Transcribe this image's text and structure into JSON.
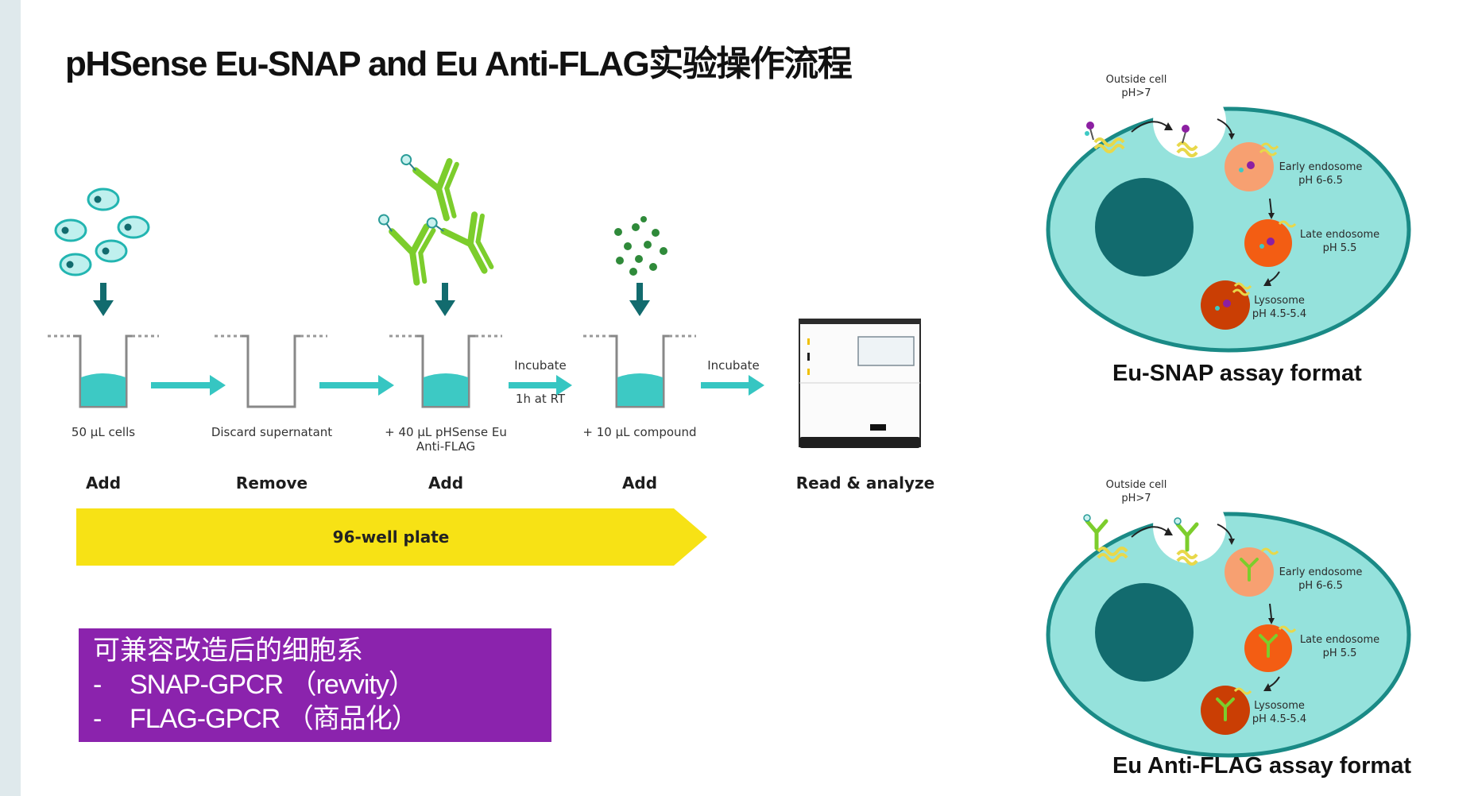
{
  "title": "pHSense Eu-SNAP and Eu Anti-FLAG实验操作流程",
  "workflow": {
    "steps": [
      {
        "detail": "50 µL cells",
        "action": "Add"
      },
      {
        "detail": "Discard supernatant",
        "action": "Remove"
      },
      {
        "detail_line1": "+ 40 µL pHSense Eu",
        "detail_line2": "Anti-FLAG",
        "action": "Add"
      },
      {
        "detail": "+ 10 µL compound",
        "action": "Add"
      },
      {
        "action": "Read & analyze"
      }
    ],
    "incubate_1": "Incubate",
    "incubate_1_time": "1h at RT",
    "incubate_2": "Incubate",
    "plate_label": "96-well plate"
  },
  "cell_lines_box": {
    "heading": "可兼容改造后的细胞系",
    "items": [
      {
        "bullet": "-",
        "text": "SNAP-GPCR （revvity）"
      },
      {
        "bullet": "-",
        "text": "FLAG-GPCR （商品化）"
      }
    ]
  },
  "diagrams": [
    {
      "label": "Eu-SNAP assay format",
      "outside_cell": "Outside cell",
      "outside_ph": "pH>7",
      "early_endosome": "Early endosome",
      "early_ph": "pH 6-6.5",
      "late_endosome": "Late endosome",
      "late_ph": "pH 5.5",
      "lysosome": "Lysosome",
      "lysosome_ph": "pH 4.5-5.4"
    },
    {
      "label": "Eu Anti-FLAG assay format",
      "outside_cell": "Outside cell",
      "outside_ph": "pH>7",
      "early_endosome": "Early endosome",
      "early_ph": "pH 6-6.5",
      "late_endosome": "Late endosome",
      "late_ph": "pH 5.5",
      "lysosome": "Lysosome",
      "lysosome_ph": "pH 4.5-5.4"
    }
  ],
  "colors": {
    "teal": "#3dc9c4",
    "arrow_teal": "#36c6c2",
    "dark_teal": "#126b6e",
    "antibody_green": "#7ccd2c",
    "compound_green": "#2f8a3a",
    "plate_yellow": "#f7e215",
    "box_purple": "#8b23ad",
    "cell_fill": "#95e2dc",
    "cell_border": "#1a8a86",
    "early_endosome": "#f7a071",
    "late_endosome": "#f35d13",
    "lysosome": "#ca3e04"
  }
}
